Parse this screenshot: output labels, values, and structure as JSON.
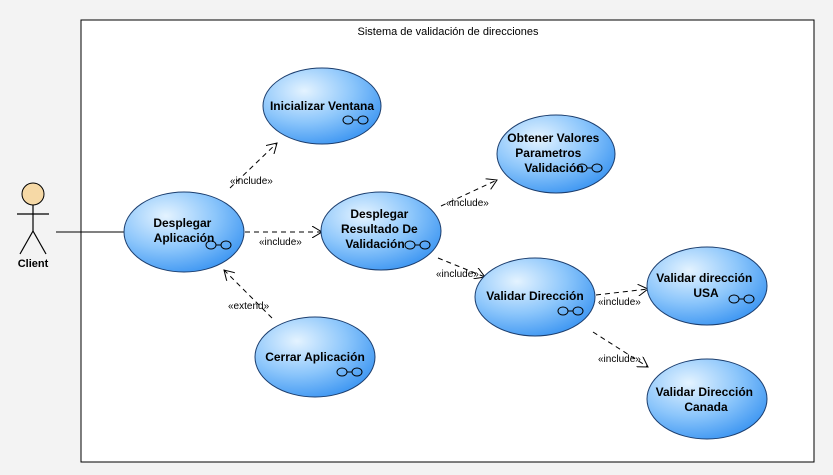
{
  "system": {
    "title": "Sistema de validación de direcciones"
  },
  "actor": {
    "name": "Client"
  },
  "use_cases": {
    "inicializar": {
      "lines": [
        "Inicializar Ventana"
      ]
    },
    "desplegar_app": {
      "lines": [
        "Desplegar",
        "Aplicación"
      ]
    },
    "desplegar_res": {
      "lines": [
        "Desplegar",
        "Resultado De",
        "Validación"
      ]
    },
    "obtener": {
      "lines": [
        "Obtener Valores",
        "Parametros",
        "Validación"
      ]
    },
    "validar_dir": {
      "lines": [
        "Validar Dirección"
      ]
    },
    "cerrar": {
      "lines": [
        "Cerrar Aplicación"
      ]
    },
    "validar_usa": {
      "lines": [
        "Validar dirección",
        "USA"
      ]
    },
    "validar_canada": {
      "lines": [
        "Validar Dirección",
        "Canada"
      ]
    }
  },
  "relations": {
    "r1": "«include»",
    "r2": "«include»",
    "r3": "«include»",
    "r4": "«include»",
    "r5": "«extend»",
    "r6": "«include»",
    "r7": "«include»"
  },
  "colors": {
    "ellipse_fill_light": "#dcefff",
    "ellipse_fill_dark": "#3f97f2",
    "ellipse_stroke": "#1c3e6e",
    "actor_head": "#f6d9a6",
    "system_fill": "#ffffff",
    "background": "#f3f3f3"
  }
}
